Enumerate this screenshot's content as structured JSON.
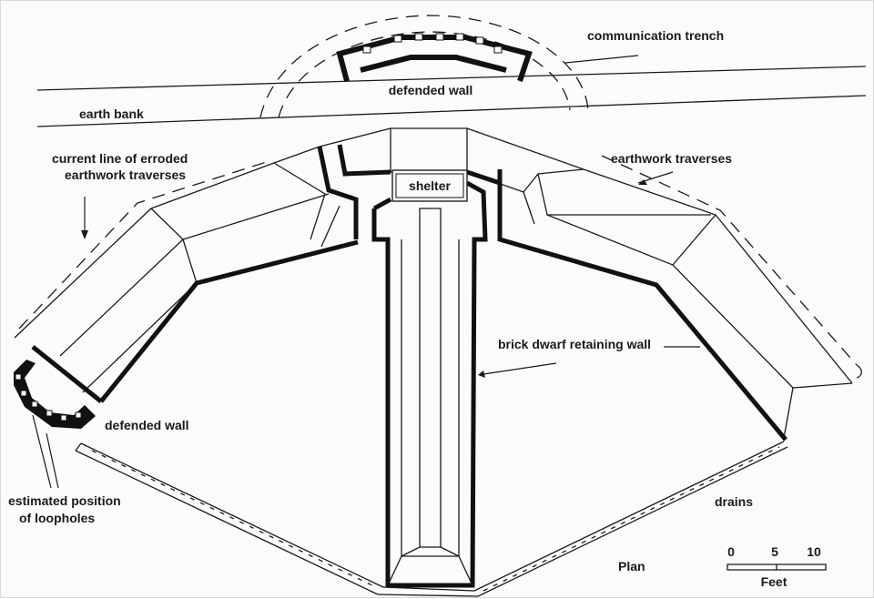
{
  "labels": {
    "communication_trench": "communication trench",
    "defended_wall_top": "defended wall",
    "earth_bank": "earth bank",
    "current_line_1": "current line of erroded",
    "current_line_2": "earthwork traverses",
    "earthwork_traverses": "earthwork traverses",
    "shelter": "shelter",
    "brick_dwarf_wall": "brick dwarf retaining wall",
    "defended_wall_left": "defended wall",
    "estimated_1": "estimated position",
    "estimated_2": "of loopholes",
    "drains": "drains",
    "plan": "Plan"
  },
  "scale_bar": {
    "ticks": [
      "0",
      "5",
      "10"
    ],
    "unit": "Feet"
  },
  "colors": {
    "ink": "#1a1a1a",
    "paper": "#fbfbfb"
  }
}
